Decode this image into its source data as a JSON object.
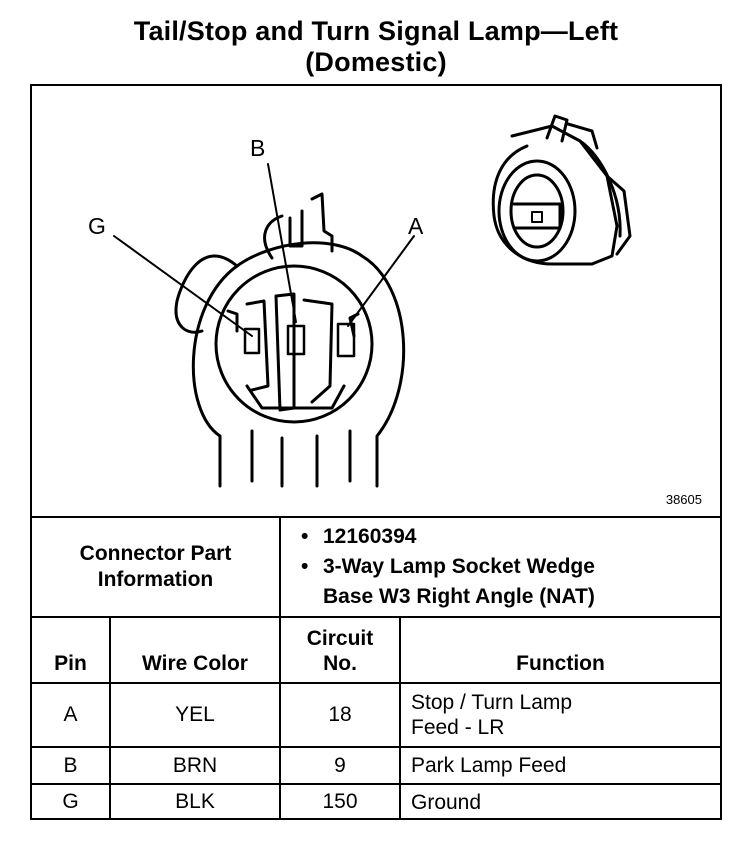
{
  "title": {
    "line1": "Tail/Stop and Turn Signal Lamp—Left",
    "line2": "(Domestic)"
  },
  "figure": {
    "id": "38605",
    "callouts": {
      "b": "B",
      "g": "G",
      "a": "A"
    }
  },
  "connector_info": {
    "label_line1": "Connector Part",
    "label_line2": "Information",
    "bullet": "•",
    "part_number": "12160394",
    "description_line1": "3-Way Lamp Socket Wedge",
    "description_line2": "Base W3 Right Angle (NAT)"
  },
  "table": {
    "headers": {
      "pin": "Pin",
      "wire_color": "Wire Color",
      "circuit_line1": "Circuit",
      "circuit_line2": "No.",
      "function": "Function"
    },
    "rows": [
      {
        "pin": "A",
        "wire_color": "YEL",
        "circuit": "18",
        "function_line1": "Stop / Turn Lamp",
        "function_line2": "Feed - LR"
      },
      {
        "pin": "B",
        "wire_color": "BRN",
        "circuit": "9",
        "function_line1": "Park Lamp Feed",
        "function_line2": ""
      },
      {
        "pin": "G",
        "wire_color": "BLK",
        "circuit": "150",
        "function_line1": "Ground",
        "function_line2": ""
      }
    ]
  }
}
